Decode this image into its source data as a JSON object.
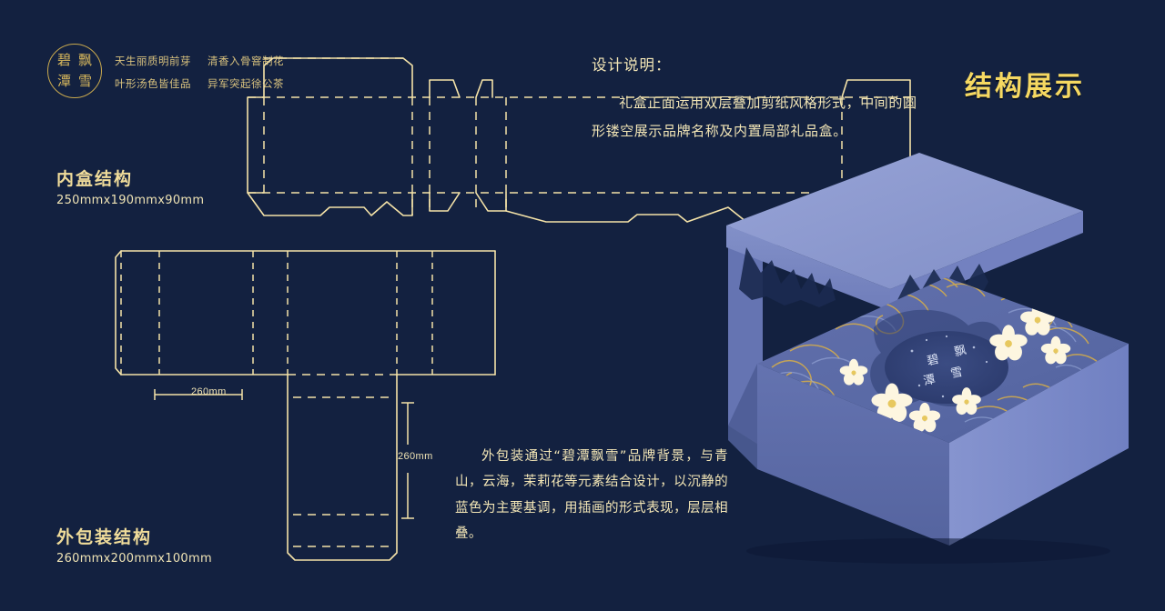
{
  "page": {
    "background_color": "#132140",
    "gold_line_color": "#f5e3a8",
    "gold_text_color": "#f3e6b6",
    "headline_color": "#f5d861"
  },
  "brand": {
    "seal_chars": [
      "碧",
      "飘",
      "潭",
      "雪"
    ],
    "seal_name": "碧潭飘雪",
    "poem_lines": [
      [
        "天生丽质明前芽",
        "清香入骨窨制花"
      ],
      [
        "叶形汤色皆佳品",
        "异军突起徐公茶"
      ]
    ]
  },
  "headline": "结构展示",
  "design_note": {
    "heading": "设计说明：",
    "body": "礼盒正面运用双层叠加剪纸风格形式，中间的圆形镂空展示品牌名称及内置局部礼品盒。"
  },
  "inner_box": {
    "title": "内盒结构",
    "dimensions": "250mmx190mmx90mm"
  },
  "outer_box": {
    "title": "外包装结构",
    "dimensions": "260mmx200mmx100mm"
  },
  "outer_note": "外包装通过“碧潭飘雪”品牌背景，与青山，云海，茉莉花等元素结合设计，以沉静的蓝色为主要基调，用插画的形式表现，层层相叠。",
  "dimension_labels": {
    "width": "260mm",
    "height": "260mm"
  },
  "render": {
    "lid_top_color": "#8c99cf",
    "lid_side_color": "#7886be",
    "body_front_color": "#5d6cab",
    "body_right_color": "#8090cc",
    "pattern_base_color": "#5a6aa6",
    "gold_pattern_color": "#e8bf52",
    "window_color": "#2f3f72",
    "flower_color": "#fdf6e0",
    "window_chars": [
      "碧",
      "飘",
      "潭",
      "雪"
    ]
  }
}
